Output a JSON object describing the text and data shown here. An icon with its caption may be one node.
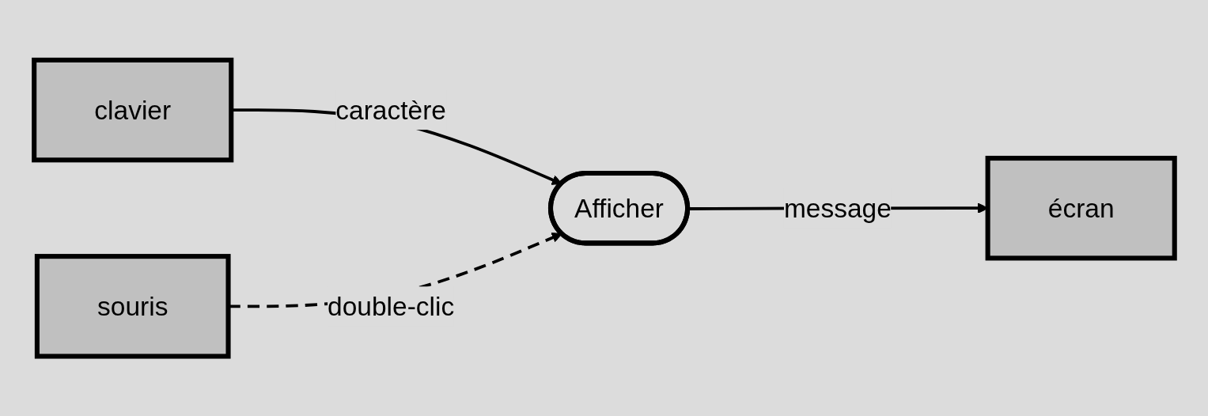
{
  "diagram": {
    "nodes": [
      {
        "text": [
          "clavier"
        ]
      },
      {
        "text": [
          "souris"
        ]
      },
      {
        "text": [
          "Afficher"
        ]
      },
      {
        "text": [
          "écran"
        ]
      }
    ],
    "edges": [
      {
        "from": 0,
        "to": 2,
        "arrow": "to",
        "label": "caractère"
      },
      {
        "from": 1,
        "to": 2,
        "arrow": "to",
        "label": "double-clic",
        "style": "dashed"
      },
      {
        "from": 2,
        "to": 3,
        "arrow": "to",
        "label": "message"
      }
    ]
  }
}
